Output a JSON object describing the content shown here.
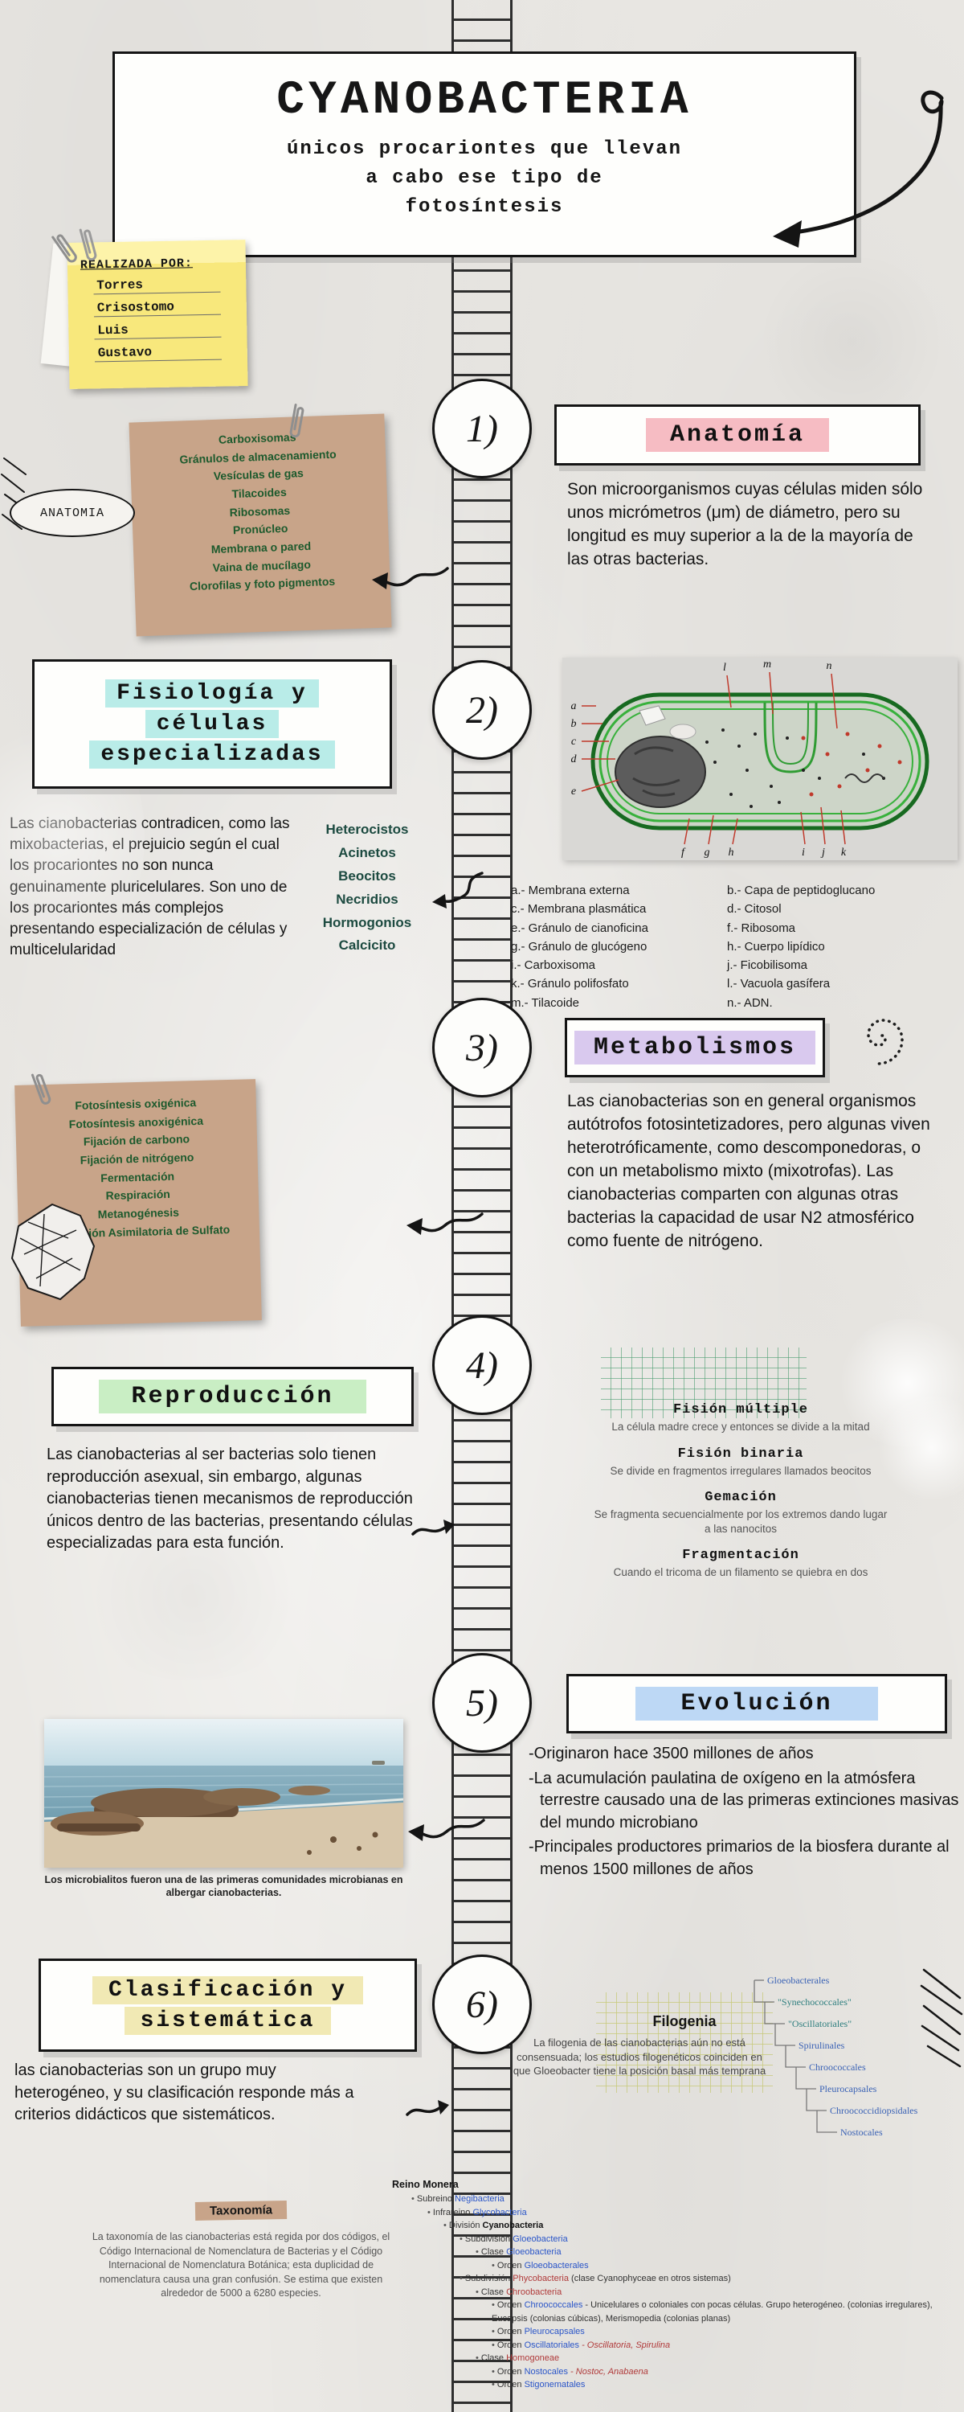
{
  "palette": {
    "background": "#ebe9e5",
    "ink": "#141414",
    "note_tan": "#c8a489",
    "sticky_yellow": "#f8e87c",
    "highlight_pink": "#f6bcc3",
    "highlight_cyan": "#b9ece8",
    "highlight_purple": "#d9c9ee",
    "highlight_green": "#c9eec4",
    "highlight_blue": "#bdd8f5",
    "highlight_yellow": "#f1e9b4",
    "list_green": "#1d5a2d",
    "cells_teal": "#1c4a40",
    "link_blue": "#2a55c8",
    "link_red": "#b03a3a",
    "phylo_blue": "#3a62b5",
    "phylo_teal": "#2f7f7f"
  },
  "header": {
    "title": "CYANOBACTERIA",
    "subtitle": "únicos procariontes que llevan\na cabo ese tipo de\nfotosíntesis"
  },
  "credits": {
    "label": "REALIZADA POR:",
    "names": [
      "Torres",
      "Crisostomo",
      "Luis",
      "Gustavo"
    ]
  },
  "anatomy": {
    "bubble_label": "ANATOMIA",
    "note_items": [
      "Carboxisomas",
      "Gránulos de almacenamiento",
      "Vesículas de gas",
      "Tilacoides",
      "Ribosomas",
      "Pronúcleo",
      "Membrana o pared",
      "Vaina de mucílago",
      "Clorofilas y foto pigmentos"
    ]
  },
  "section1": {
    "number": "1)",
    "heading": "Anatomía",
    "body": "Son microorganismos cuyas células miden sólo unos micrómetros (μm) de diámetro, pero su longitud es muy superior a la de la mayoría de las otras bacterias."
  },
  "section2": {
    "number": "2)",
    "heading_lines": [
      "Fisiología y",
      "células",
      "especializadas"
    ],
    "body": "Las cianobacterias contradicen, como las mixobacterias, el prejuicio según el cual los procariontes no son nunca genuinamente pluricelulares. Son uno de los procariontes más complejos presentando especialización de células y multicelularidad",
    "cell_types": [
      "Heterocistos",
      "Acinetos",
      "Beocitos",
      "Necridios",
      "Hormogonios",
      "Calcicito"
    ],
    "diagram": {
      "letters_top": [
        "l",
        "m",
        "n"
      ],
      "letters_left": [
        "a",
        "b",
        "c",
        "d",
        "e"
      ],
      "letters_bottom_left": [
        "f",
        "g",
        "h"
      ],
      "letters_bottom_right": [
        "i",
        "j",
        "k"
      ],
      "labels_left": [
        "a.- Membrana externa",
        "c.- Membrana plasmática",
        "e.- Gránulo de cianoficina",
        "g.- Gránulo de glucógeno",
        "i.- Carboxisoma",
        "k.- Gránulo polifosfato",
        "m.- Tilacoide"
      ],
      "labels_right": [
        "b.- Capa de peptidoglucano",
        "d.- Citosol",
        "f.- Ribosoma",
        "h.- Cuerpo lipídico",
        "j.- Ficobilisoma",
        "l.- Vacuola gasífera",
        "n.- ADN."
      ]
    }
  },
  "section3": {
    "number": "3)",
    "heading": "Metabolismos",
    "body": "Las cianobacterias son en general organismos autótrofos fotosintetizadores, pero algunas viven heterotróficamente, como descomponedoras, o con un metabolismo mixto (mixotrofas). Las cianobacterias comparten con algunas otras bacterias la capacidad de usar N2 atmosférico como fuente de nitrógeno.",
    "note_items": [
      "Fotosíntesis oxigénica",
      "Fotosíntesis anoxigénica",
      "Fijación de carbono",
      "Fijación de nitrógeno",
      "Fermentación",
      "Respiración",
      "Metanogénesis",
      "Reducción Asimilatoria de Sulfato"
    ]
  },
  "section4": {
    "number": "4)",
    "heading": "Reproducción",
    "body": "Las cianobacterias al ser bacterias solo tienen reproducción asexual, sin embargo, algunas cianobacterias tienen mecanismos de reproducción únicos dentro de las bacterias, presentando células especializadas para esta función.",
    "methods": [
      {
        "name": "Fisión múltiple",
        "desc": "La célula madre crece y entonces se divide a la mitad"
      },
      {
        "name": "Fisión binaria",
        "desc": "Se divide en fragmentos irregulares llamados beocitos"
      },
      {
        "name": "Gemación",
        "desc": "Se fragmenta secuencialmente por los extremos dando lugar a las nanocitos"
      },
      {
        "name": "Fragmentación",
        "desc": "Cuando el tricoma de un filamento se quiebra en dos"
      }
    ]
  },
  "section5": {
    "number": "5)",
    "heading": "Evolución",
    "bullets": [
      "-Originaron hace 3500 millones de años",
      "-La acumulación paulatina de oxígeno en la atmósfera terrestre causado una de las primeras extinciones masivas del mundo microbiano",
      "-Principales productores primarios de la biosfera durante al menos 1500 millones de años"
    ],
    "photo_caption": "Los microbialitos fueron una de las primeras comunidades microbianas en albergar cianobacterias."
  },
  "section6": {
    "number": "6)",
    "heading_lines": [
      "Clasificación y",
      "sistemática"
    ],
    "body": "las cianobacterias son un grupo muy heterogéneo, y su clasificación responde más a criterios didácticos que sistemáticos.",
    "filogenia": {
      "title": "Filogenia",
      "body": "La filogenia de las cianobacterias aún no está consensuada; los estudios filogenéticos coinciden en que Gloeobacter tiene la posición basal más temprana",
      "tree_labels": [
        "Gloeobacterales",
        "\"Synechococcales\"",
        "\"Oscillatoriales\"",
        "Spirulinales",
        "Chroococcales",
        "Pleurocapsales",
        "Chroococcidiopsidales",
        "Nostocales"
      ]
    },
    "taxonomia": {
      "title": "Taxonomía",
      "body": "La taxonomía de las cianobacterias está regida por dos códigos, el Código Internacional de Nomenclatura de Bacterias y el Código Internacional de Nomenclatura Botánica; esta duplicidad de nomenclatura causa una gran confusión. Se estima que existen alrededor de 5000 a 6280 especies."
    },
    "taxonomy_tree": {
      "root": "Reino Monera",
      "lines": [
        {
          "prefix": "Subreino ",
          "link": "Negibacteria",
          "rest": ""
        },
        {
          "prefix": "Infrareino ",
          "link": "Glycobacteria",
          "rest": ""
        },
        {
          "prefix": "División ",
          "link": "Cyanobacteria",
          "rest": ""
        },
        {
          "prefix": "Subdivisión ",
          "link": "Gloeobacteria",
          "rest": ""
        },
        {
          "prefix": "Clase ",
          "link": "Gloeobacteria",
          "rest": ""
        },
        {
          "prefix": "Orden ",
          "link": "Gloeobacterales",
          "rest": ""
        },
        {
          "prefix": "Subdivisión ",
          "link": "Phycobacteria",
          "rest": " (clase Cyanophyceae en otros sistemas)"
        },
        {
          "prefix": "Clase ",
          "link": "Chroobacteria",
          "rest": ""
        },
        {
          "prefix": "Orden ",
          "link": "Chroococcales",
          "rest": " - Unicelulares o coloniales con pocas células. Grupo heterogéneo. (colonias irregulares), Eucapsis (colonias cúbicas), Merismopedia (colonias planas)"
        },
        {
          "prefix": "Orden ",
          "link": "Pleurocapsales",
          "rest": ""
        },
        {
          "prefix": "Orden ",
          "link": "Oscillatoriales",
          "rest": " - Oscillatoria, Spirulina"
        },
        {
          "prefix": "Clase ",
          "link": "Homogoneae",
          "rest": ""
        },
        {
          "prefix": "Orden ",
          "link": "Nostocales",
          "rest": " - Nostoc, Anabaena"
        },
        {
          "prefix": "Orden ",
          "link": "Stigonematales",
          "rest": ""
        }
      ]
    }
  }
}
